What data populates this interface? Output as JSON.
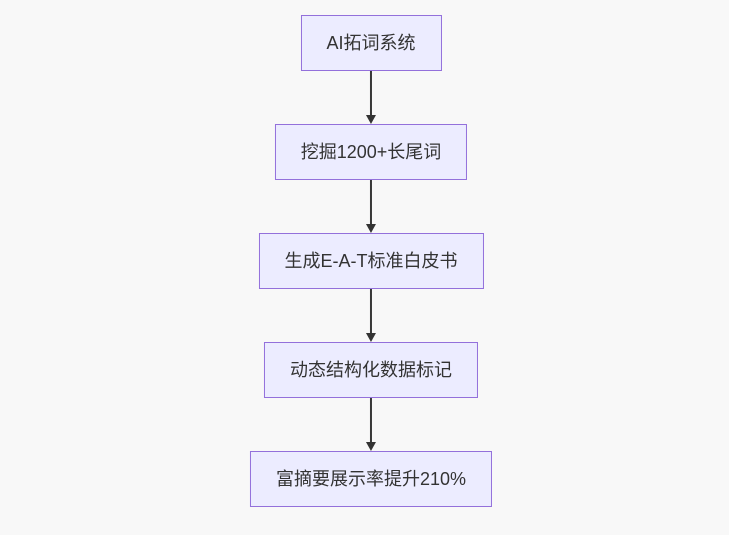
{
  "diagram": {
    "type": "flowchart",
    "direction": "top-down",
    "nodes": [
      {
        "id": "step-1",
        "label": "AI拓词系统"
      },
      {
        "id": "step-2",
        "label": "挖掘1200+长尾词"
      },
      {
        "id": "step-3",
        "label": "生成E-A-T标准白皮书"
      },
      {
        "id": "step-4",
        "label": "动态结构化数据标记"
      },
      {
        "id": "step-5",
        "label": "富摘要展示率提升210%"
      }
    ],
    "edges": [
      {
        "from": "step-1",
        "to": "step-2",
        "style": "arrow-down"
      },
      {
        "from": "step-2",
        "to": "step-3",
        "style": "arrow-down"
      },
      {
        "from": "step-3",
        "to": "step-4",
        "style": "arrow-down"
      },
      {
        "from": "step-4",
        "to": "step-5",
        "style": "arrow-down"
      }
    ],
    "colors": {
      "background": "#f8f8f8",
      "node_fill": "#ECECFF",
      "node_border": "#9370DB",
      "arrow": "#333333",
      "text": "#333333"
    }
  }
}
